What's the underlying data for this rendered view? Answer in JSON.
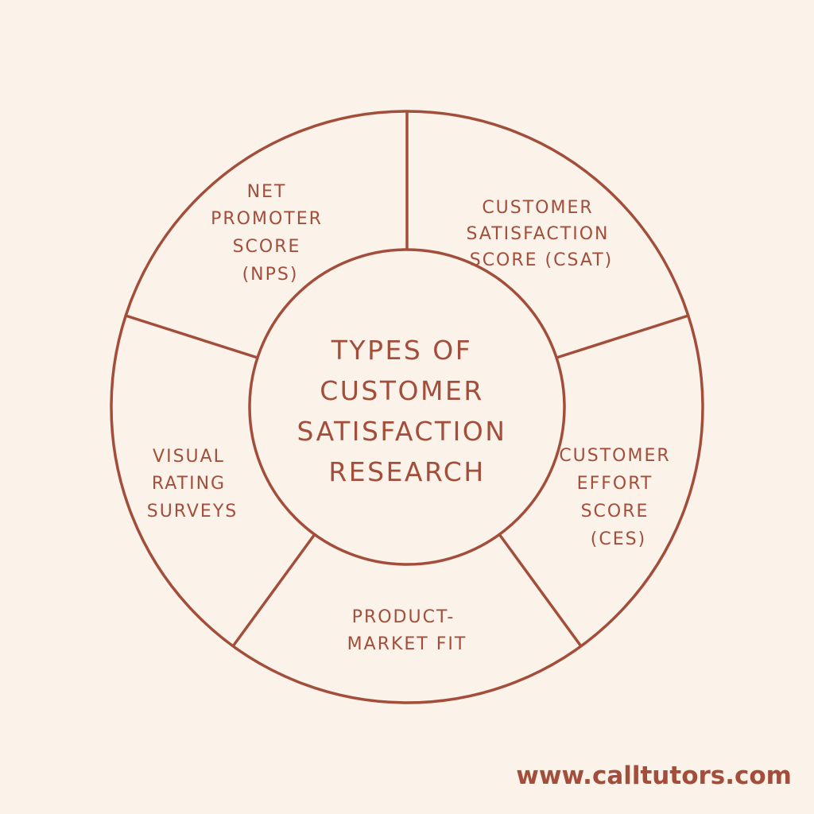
{
  "colors": {
    "background": "#fbf2ea",
    "stroke": "#a34e3b",
    "text": "#a34e3b"
  },
  "center": {
    "lines": [
      "TYPES OF",
      "CUSTOMER",
      "SATISFACTION",
      "RESEARCH"
    ]
  },
  "segments": [
    {
      "id": "nps",
      "lines": [
        "NET",
        "PROMOTER",
        "SCORE",
        "(NPS)"
      ]
    },
    {
      "id": "csat",
      "lines": [
        "CUSTOMER",
        "SATISFACTION",
        "SCORE (CSAT)"
      ]
    },
    {
      "id": "ces",
      "lines": [
        "CUSTOMER",
        "EFFORT",
        "SCORE",
        "(CES)"
      ]
    },
    {
      "id": "pmf",
      "lines": [
        "PRODUCT-",
        "MARKET FIT"
      ]
    },
    {
      "id": "vrs",
      "lines": [
        "VISUAL",
        "RATING",
        "SURVEYS"
      ]
    }
  ],
  "footer": {
    "website": "www.calltutors.com"
  }
}
